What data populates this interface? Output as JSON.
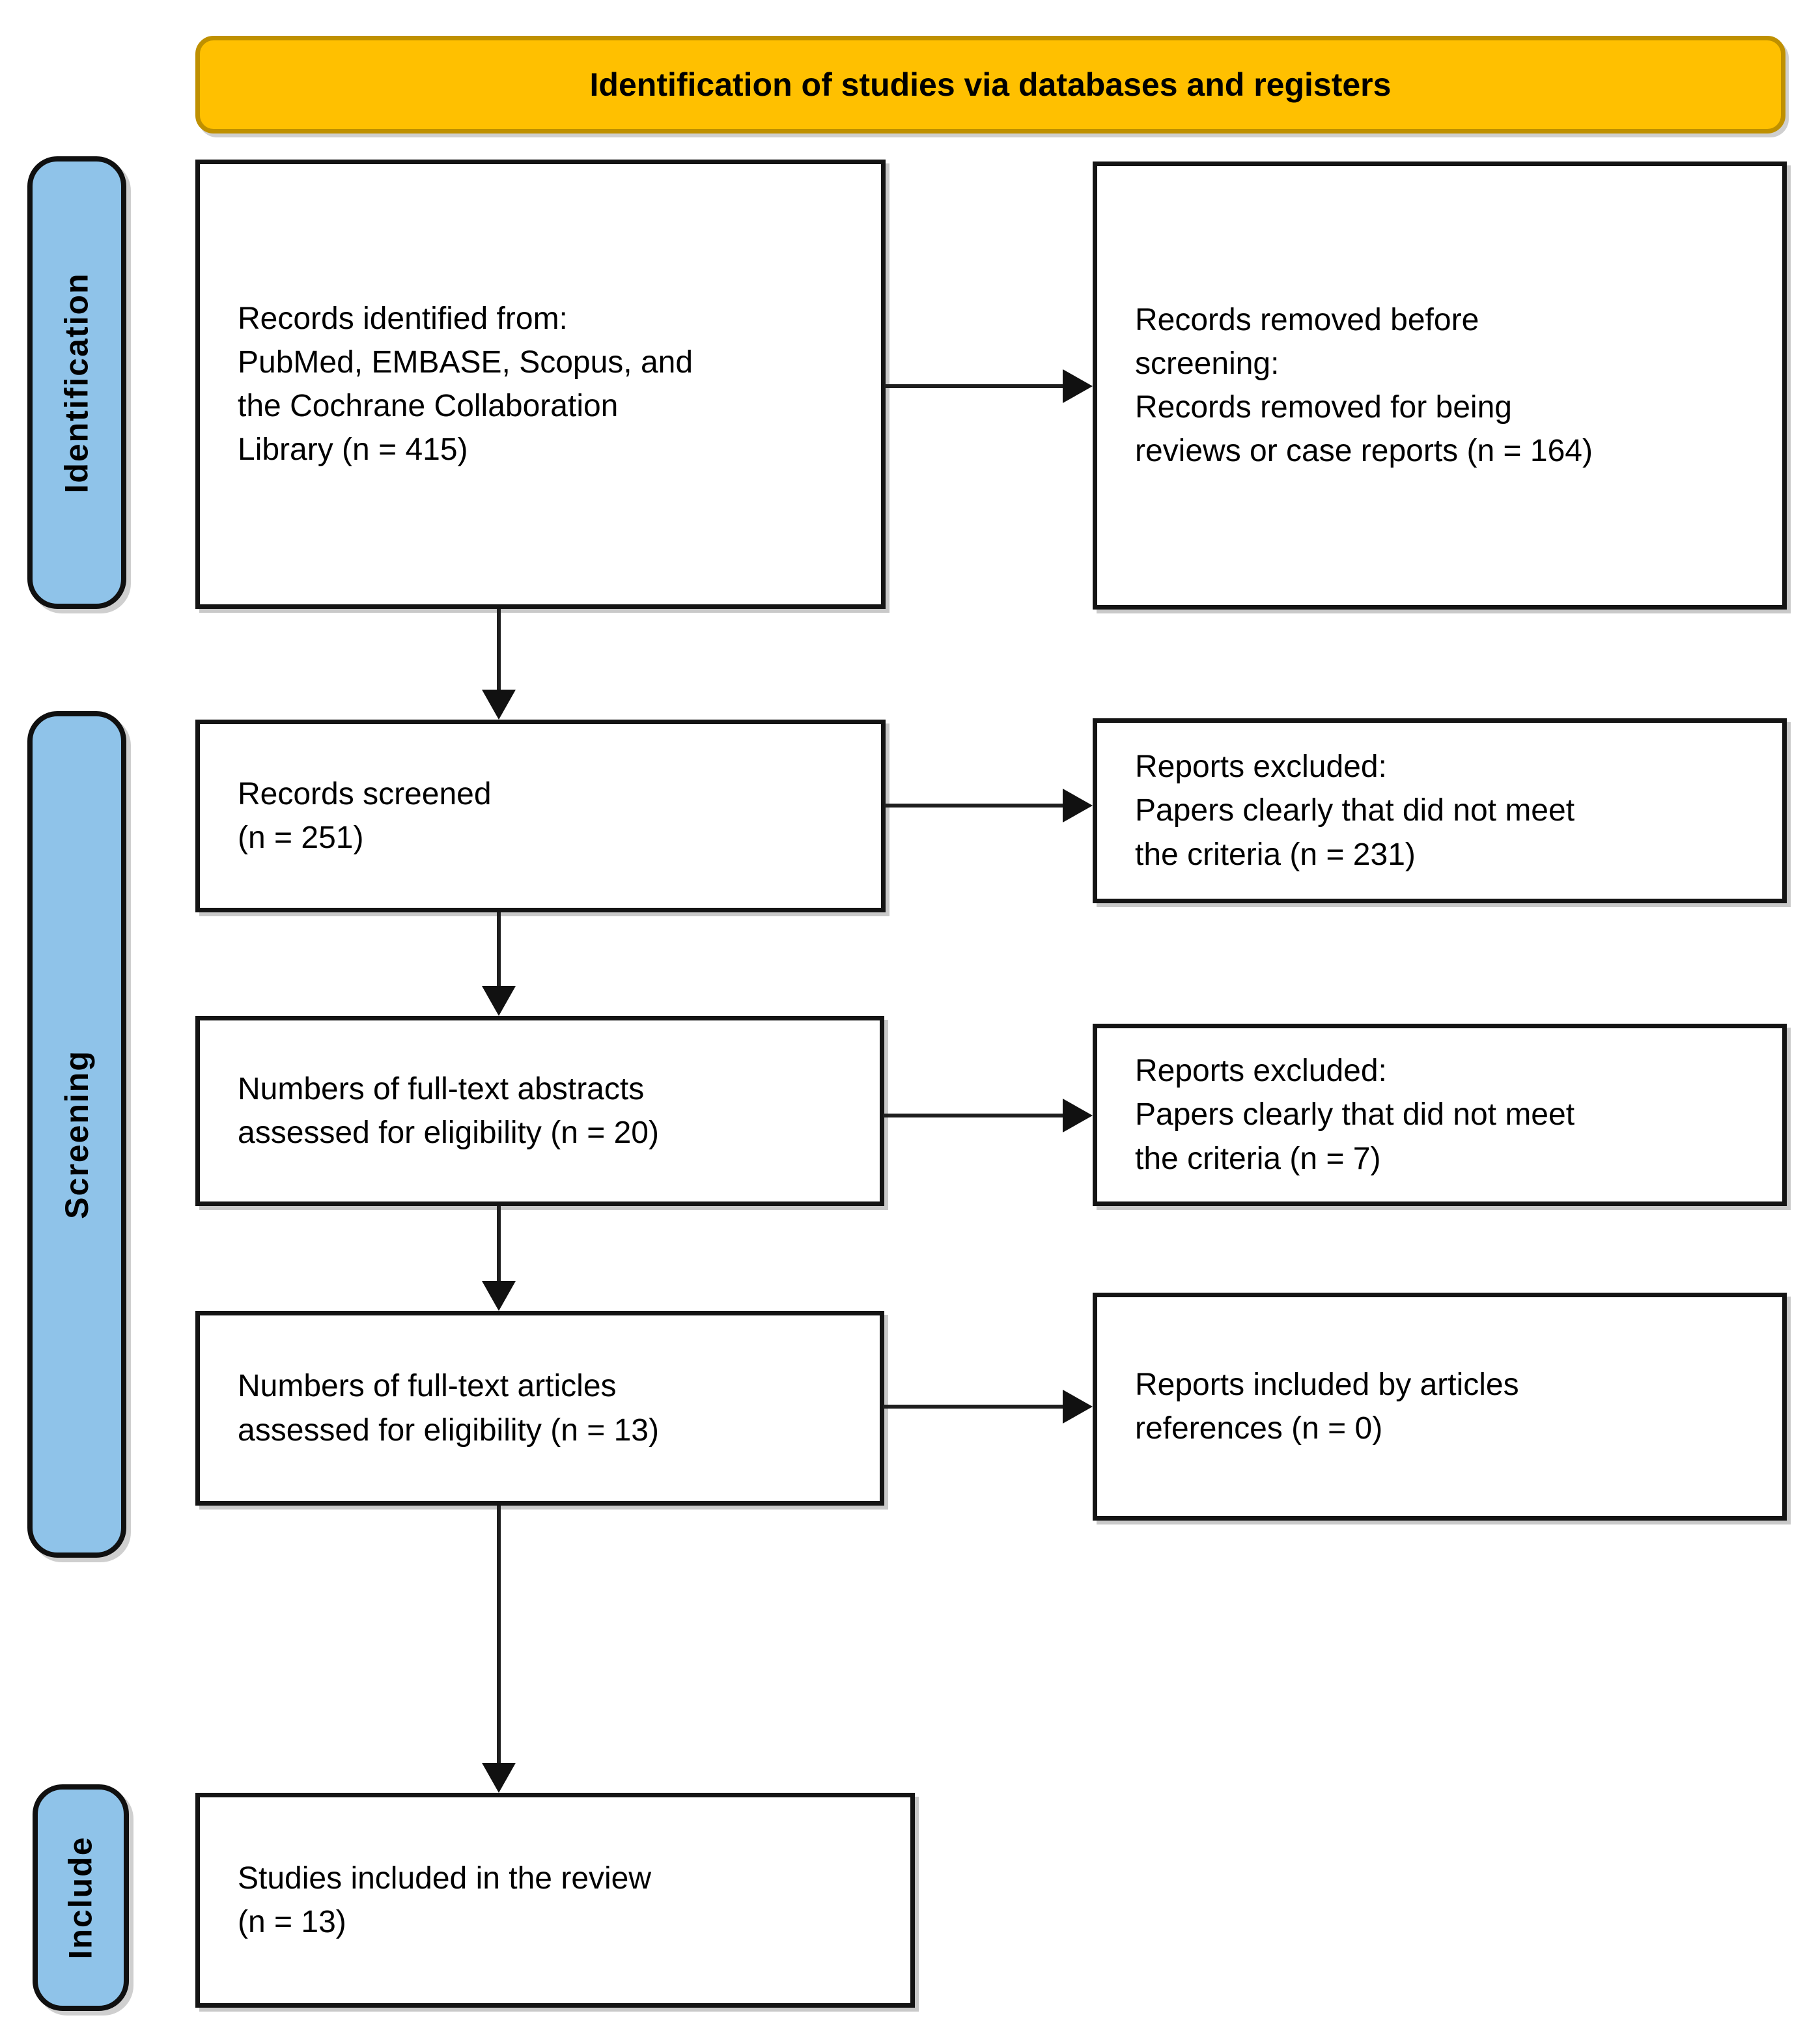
{
  "header": {
    "title": "Identification of studies via databases and registers"
  },
  "stages": {
    "identification": {
      "label": "Identification"
    },
    "screening": {
      "label": "Screening"
    },
    "include": {
      "label": "Include"
    }
  },
  "flow": {
    "records_identified": {
      "text": "Records identified from:\nPubMed, EMBASE, Scopus, and\nthe Cochrane Collaboration\nLibrary (n = 415)",
      "n": 415
    },
    "records_removed": {
      "text": "Records removed before\nscreening:\nRecords removed for being\nreviews or case reports (n = 164)",
      "n": 164
    },
    "records_screened": {
      "text": "Records screened\n(n = 251)",
      "n": 251
    },
    "reports_excluded_screening": {
      "text": "Reports excluded:\nPapers clearly that did not meet\nthe criteria (n = 231)",
      "n": 231
    },
    "abstracts_assessed": {
      "text": "Numbers of full-text abstracts\nassessed for eligibility (n = 20)",
      "n": 20
    },
    "reports_excluded_abstracts": {
      "text": "Reports excluded:\nPapers clearly that did not meet\nthe criteria (n = 7)",
      "n": 7
    },
    "articles_assessed": {
      "text": "Numbers of full-text articles\nassessed for eligibility (n = 13)",
      "n": 13
    },
    "reports_included_references": {
      "text": "Reports included by articles\nreferences (n = 0)",
      "n": 0
    },
    "studies_included": {
      "text": "Studies included in the review\n(n = 13)",
      "n": 13
    }
  },
  "colors": {
    "banner_bg": "#FFC000",
    "banner_border": "#BF9000",
    "stage_bg": "#8FC3E9",
    "box_border": "#141414",
    "arrow": "#111111",
    "shadow": "#C9C9C9"
  }
}
